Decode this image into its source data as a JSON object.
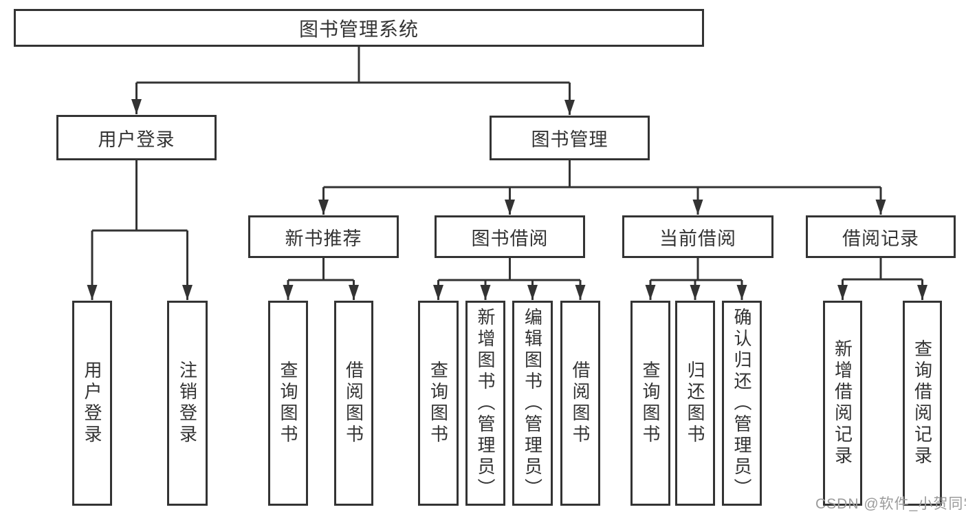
{
  "tree": {
    "label": "图书管理系统",
    "children": [
      {
        "label": "用户登录",
        "children": [
          {
            "label": "用户登录"
          },
          {
            "label": "注销登录"
          }
        ]
      },
      {
        "label": "图书管理",
        "children": [
          {
            "label": "新书推荐",
            "children": [
              {
                "label": "查询图书"
              },
              {
                "label": "借阅图书"
              }
            ]
          },
          {
            "label": "图书借阅",
            "children": [
              {
                "label": "查询图书"
              },
              {
                "label": "新增图书（管理员）"
              },
              {
                "label": "编辑图书（管理员）"
              },
              {
                "label": "借阅图书"
              }
            ]
          },
          {
            "label": "当前借阅",
            "children": [
              {
                "label": "查询图书"
              },
              {
                "label": "归还图书"
              },
              {
                "label": "确认归还（管理员）"
              }
            ]
          },
          {
            "label": "借阅记录",
            "children": [
              {
                "label": "新增借阅记录"
              },
              {
                "label": "查询借阅记录"
              }
            ]
          }
        ]
      }
    ]
  },
  "watermark": {
    "text": "CSDN @软件_小贺同学",
    "color": "#9b9b9b"
  },
  "colors": {
    "line": "#333333",
    "box_border": "#333333",
    "text": "#333333",
    "background": "#ffffff"
  }
}
